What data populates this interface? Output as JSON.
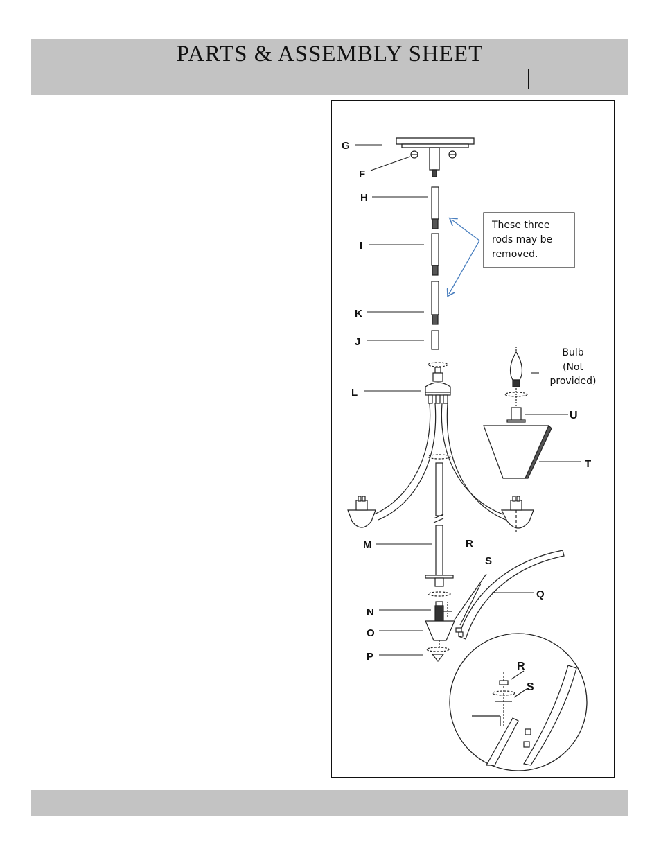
{
  "header": {
    "title": "PARTS & ASSEMBLY SHEET",
    "subtitle_box": ""
  },
  "diagram": {
    "part_labels": [
      "G",
      "F",
      "H",
      "I",
      "K",
      "J",
      "L",
      "U",
      "T",
      "M",
      "R",
      "S",
      "Q",
      "N",
      "O",
      "P"
    ],
    "detail_labels": [
      "R",
      "S"
    ],
    "note": {
      "lines": [
        "These three",
        "rods may be",
        "removed."
      ]
    },
    "bulb_note": {
      "lines": [
        "Bulb",
        "(Not",
        "provided)"
      ]
    }
  },
  "colors": {
    "band": "#c3c3c3",
    "arrow": "#4a7fbf"
  }
}
